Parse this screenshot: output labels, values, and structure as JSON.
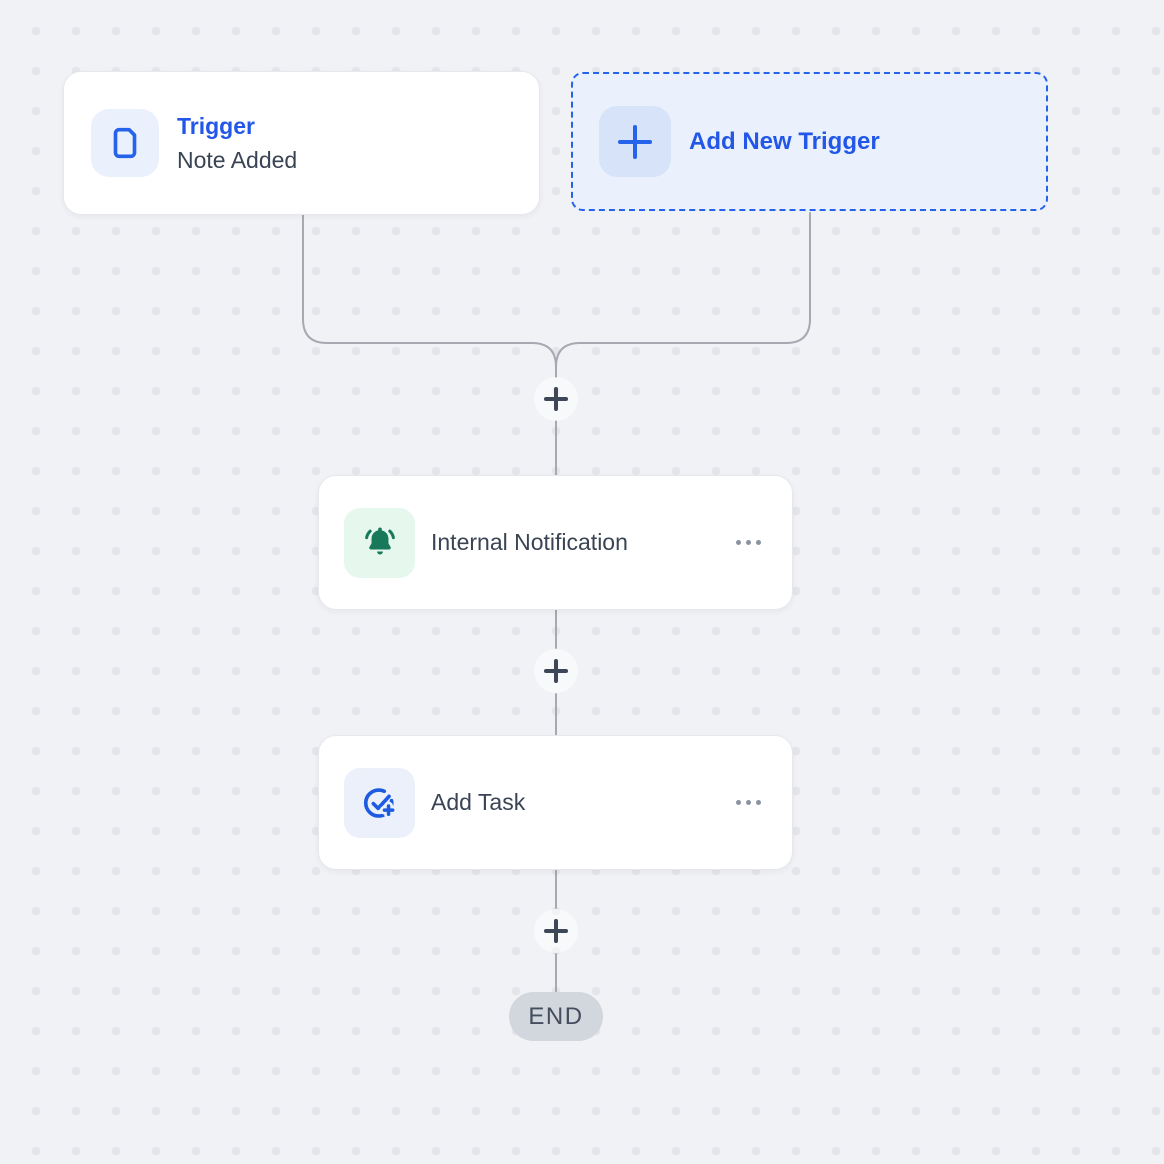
{
  "nodes": {
    "trigger": {
      "category": "Trigger",
      "title": "Note Added",
      "icon": "document-icon"
    },
    "add_new_trigger": {
      "label": "Add New Trigger",
      "icon": "plus-icon"
    },
    "internal_notification": {
      "title": "Internal Notification",
      "icon": "bell-icon",
      "menu_icon": "more-options-icon"
    },
    "add_task": {
      "title": "Add Task",
      "icon": "task-check-plus-icon",
      "menu_icon": "more-options-icon"
    },
    "end": {
      "label": "END"
    }
  },
  "connectors": {
    "add_step_glyph": "+",
    "count_plus_buttons": 3
  },
  "colors": {
    "canvas_bg": "#F1F2F5",
    "dot": "#E4E5EA",
    "connector_line": "#A6A9B0",
    "plus_glyph": "#3D4757",
    "accent_blue": "#2563EB",
    "accent_blue_text": "#2257E7",
    "text_dark": "#3A4454",
    "trigger_icon_bg": "#EBF1FC",
    "add_trigger_card_bg": "#EAF1FC",
    "add_trigger_icon_bg": "#D6E3F9",
    "bell_green": "#17795A",
    "bell_icon_bg": "#E6F7EE",
    "task_icon_bg": "#EBF0FB",
    "end_pill_bg": "#D2D6DD",
    "end_text": "#454E5E"
  }
}
